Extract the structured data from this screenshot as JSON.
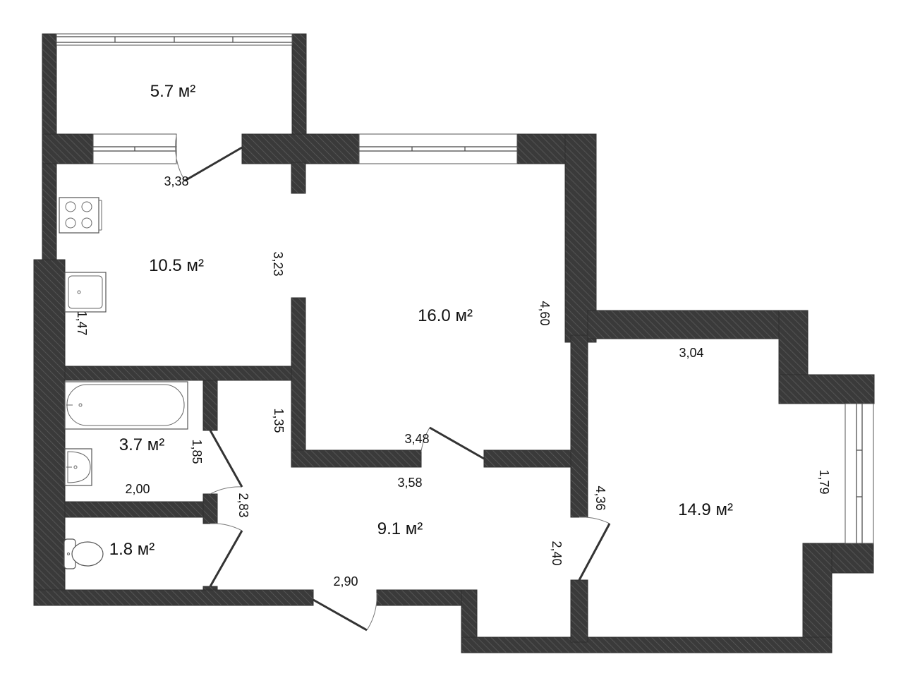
{
  "rooms": {
    "balcony": {
      "area": "5.7 м²"
    },
    "kitchen": {
      "area": "10.5 м²"
    },
    "living_room": {
      "area": "16.0 м²"
    },
    "bedroom": {
      "area": "14.9 м²"
    },
    "bathroom": {
      "area": "3.7 м²"
    },
    "toilet": {
      "area": "1.8 м²"
    },
    "hallway": {
      "area": "9.1 м²"
    }
  },
  "dimensions": {
    "d_338": "3,38",
    "d_323": "3,23",
    "d_147": "1,47",
    "d_460": "4,60",
    "d_304": "3,04",
    "d_135": "1,35",
    "d_348": "3,48",
    "d_358": "3,58",
    "d_185": "1,85",
    "d_200": "2,00",
    "d_283": "2,83",
    "d_436": "4,36",
    "d_179": "1,79",
    "d_240": "2,40",
    "d_290": "2,90"
  },
  "colors": {
    "wall": "#3a3a3a",
    "hatch": "#5c5c5c",
    "background": "#ffffff"
  }
}
